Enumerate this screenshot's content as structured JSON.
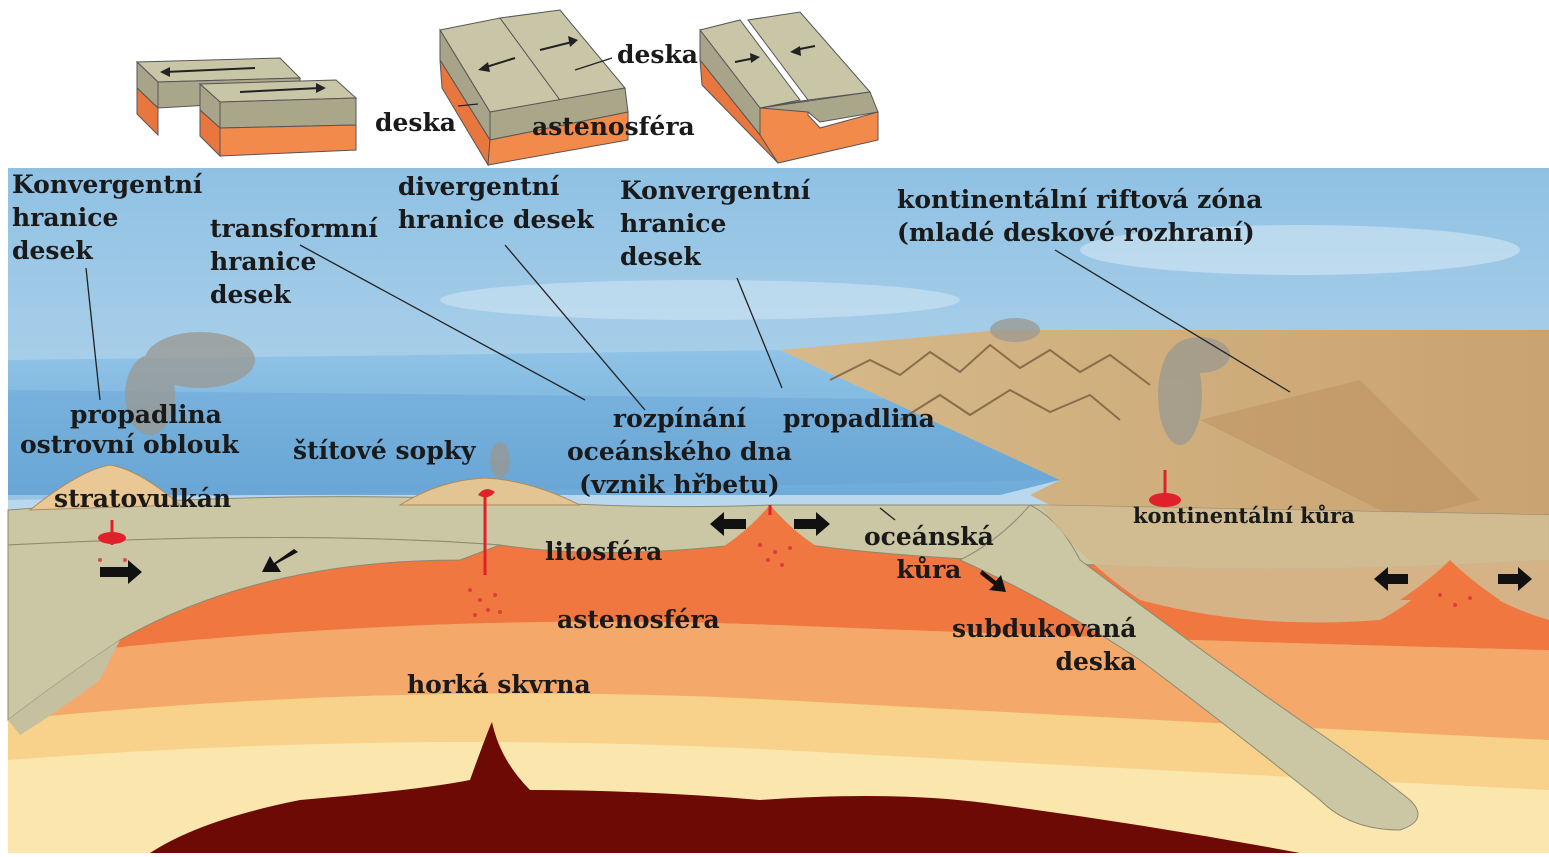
{
  "diagram": {
    "top_insets": {
      "desk_right": "deska",
      "desk_left": "deska",
      "asthenosphere": "astenosféra"
    },
    "labels": {
      "convergent_left": "Konvergentní\nhranice\ndesek",
      "transform": "transformní\nhranice\ndesek",
      "divergent": "divergentní\nhranice desek",
      "convergent_right": "Konvergentní\nhranice\ndesek",
      "rift_zone": "kontinentální riftová zóna\n(mladé deskové rozhraní)",
      "trench_left": "propadlina",
      "island_arc": "ostrovní oblouk",
      "stratovolcano": "stratovulkán",
      "shield_volcanoes": "štítové sopky",
      "seafloor_spreading": "rozpínání\noceánského dna\n(vznik hřbetu)",
      "trench_right": "propadlina",
      "continental_crust": "kontinentální kůra",
      "lithosphere": "litosféra",
      "oceanic_crust": "oceánská\nkůra",
      "asthenosphere": "astenosféra",
      "subducted_plate": "subdukovaná\ndeska",
      "hot_spot": "horká skvrna"
    }
  }
}
